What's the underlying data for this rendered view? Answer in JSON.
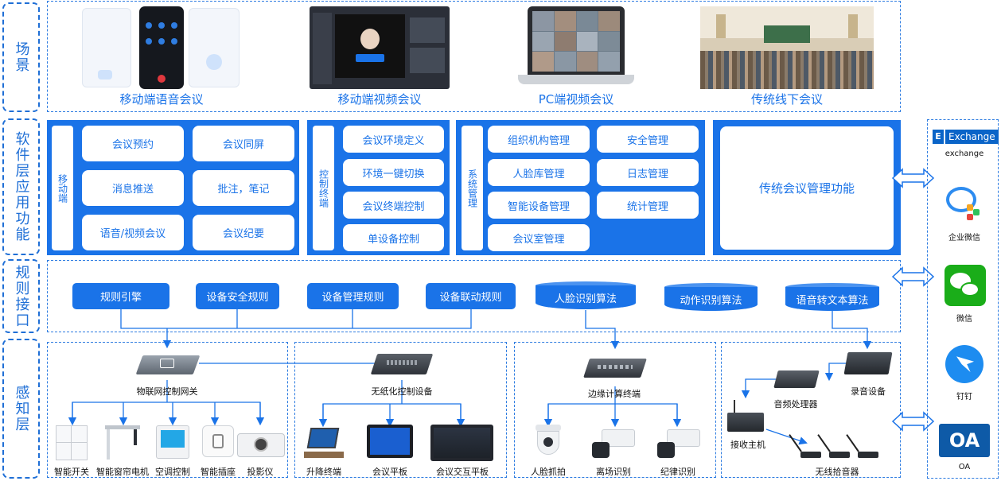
{
  "layers": {
    "scene": "场景",
    "software": "软件层应用功能",
    "rules": "规则接口",
    "perception": "感知层"
  },
  "scenes": [
    {
      "caption": "移动端语音会议"
    },
    {
      "caption": "移动端视频会议"
    },
    {
      "caption": "PC端视频会议"
    },
    {
      "caption": "传统线下会议"
    }
  ],
  "mobile": {
    "label": "移动端",
    "buttons": [
      "会议预约",
      "会议同屏",
      "消息推送",
      "批注，笔记",
      "语音/视频会议",
      "会议纪要"
    ]
  },
  "control": {
    "label": "控制终端",
    "buttons": [
      "会议环境定义",
      "环境一键切换",
      "会议终端控制",
      "单设备控制"
    ]
  },
  "system": {
    "label": "系统管理",
    "buttons": [
      "组织机构管理",
      "安全管理",
      "人脸库管理",
      "日志管理",
      "智能设备管理",
      "统计管理",
      "会议室管理"
    ]
  },
  "traditional": {
    "label": "传统会议管理功能"
  },
  "rules": {
    "buttons": [
      "规则引擎",
      "设备安全规则",
      "设备管理规则",
      "设备联动规则"
    ],
    "algorithms": [
      "人脸识别算法",
      "动作识别算法",
      "语音转文本算法"
    ]
  },
  "perception": {
    "iot": {
      "gateway": "物联网控制网关",
      "devices": [
        "智能开关",
        "智能窗帘电机",
        "空调控制",
        "智能插座",
        "投影仪"
      ]
    },
    "paperless": {
      "hub": "无纸化控制设备",
      "devices": [
        "升降终端",
        "会议平板",
        "会议交互平板"
      ]
    },
    "edge": {
      "hub": "边缘计算终端",
      "devices": [
        "人脸抓拍",
        "离场识别",
        "纪律识别"
      ]
    },
    "audio": {
      "processor": "音频处理器",
      "recorder": "录音设备",
      "receiver": "接收主机",
      "mics": "无线拾音器"
    }
  },
  "external": [
    {
      "name": "Exchange",
      "caption": "exchange",
      "icon": "exchange-icon"
    },
    {
      "name": "",
      "caption": "企业微信",
      "icon": "wecom-icon"
    },
    {
      "name": "",
      "caption": "微信",
      "icon": "wechat-icon"
    },
    {
      "name": "",
      "caption": "钉钉",
      "icon": "dingtalk-icon"
    },
    {
      "name": "OA",
      "caption": "OA",
      "icon": "oa-icon"
    }
  ]
}
